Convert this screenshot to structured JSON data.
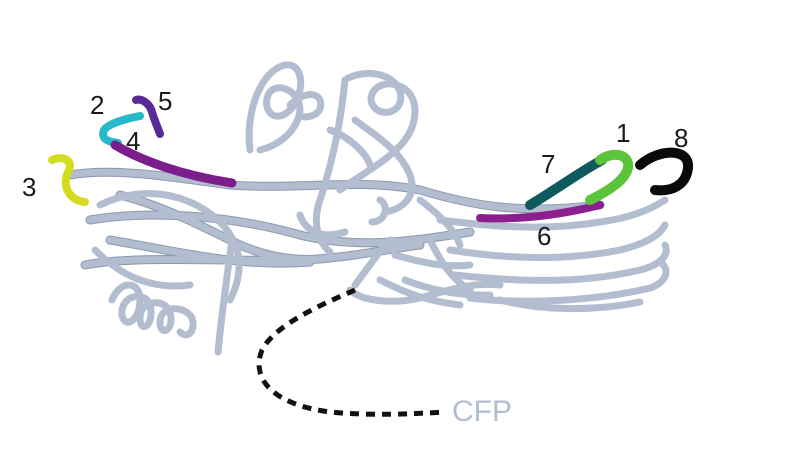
{
  "colors": {
    "ribbon": "#b3bdd0",
    "ribbon_dark": "#8e99ae",
    "linker": "#111111",
    "loop_1": "#5cc43a",
    "loop_2": "#26b9c9",
    "loop_3": "#d4dc22",
    "loop_4": "#7b1e8c",
    "loop_5": "#5a2a96",
    "loop_6": "#8c1e8f",
    "loop_7": "#0f5a5f",
    "loop_8": "#0a0a0a"
  },
  "loop_labels": {
    "l1": "1",
    "l2": "2",
    "l3": "3",
    "l4": "4",
    "l5": "5",
    "l6": "6",
    "l7": "7",
    "l8": "8"
  },
  "cfp_label": "CFP"
}
